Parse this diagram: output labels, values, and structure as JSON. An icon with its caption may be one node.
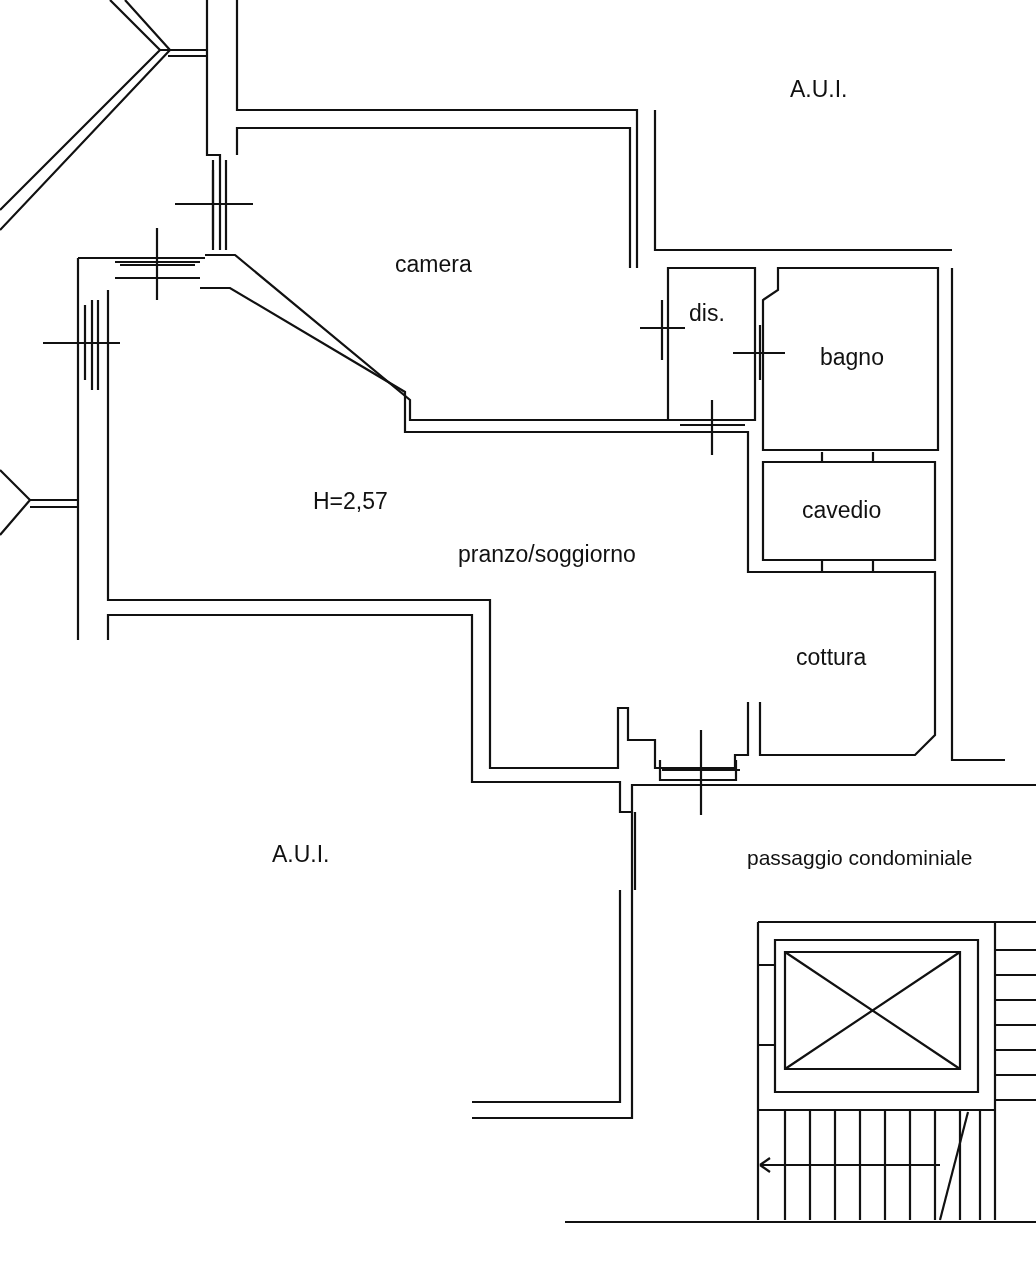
{
  "diagram": {
    "labels": [
      "A.U.I.",
      "camera",
      "dis.",
      "bagno",
      "H=2,57",
      "cavedio",
      "pranzo/soggiorno",
      "cottura",
      "A.U.I.",
      "passaggio condominiale"
    ]
  }
}
